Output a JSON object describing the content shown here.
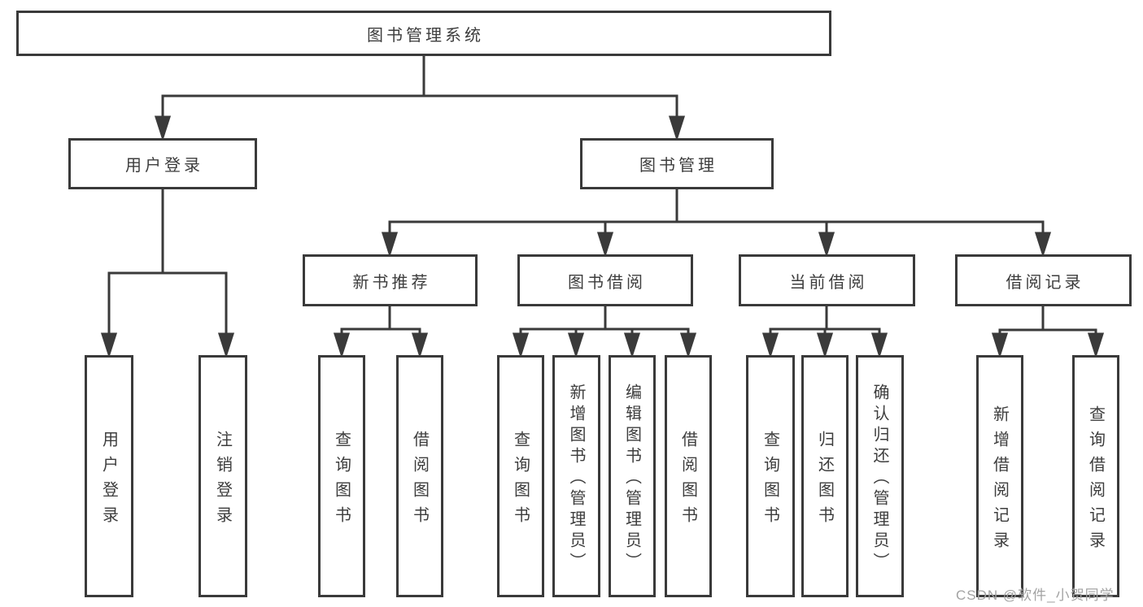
{
  "diagram_title": "图书管理系统",
  "nodes": {
    "root": {
      "label": "图书管理系统"
    },
    "user_login_grp": {
      "label": "用户登录"
    },
    "book_mgmt": {
      "label": "图书管理"
    },
    "user_login": {
      "label": "用户登录"
    },
    "logout": {
      "label": "注销登录"
    },
    "new_book_rec": {
      "label": "新书推荐"
    },
    "book_borrow": {
      "label": "图书借阅"
    },
    "current_borrow": {
      "label": "当前借阅"
    },
    "borrow_records": {
      "label": "借阅记录"
    },
    "nb_query": {
      "label": "查询图书"
    },
    "nb_borrow": {
      "label": "借阅图书"
    },
    "bb_query": {
      "label": "查询图书"
    },
    "bb_add": {
      "label": "新增图书（管理员）"
    },
    "bb_edit": {
      "label": "编辑图书（管理员）"
    },
    "bb_borrow": {
      "label": "借阅图书"
    },
    "cb_query": {
      "label": "查询图书"
    },
    "cb_return": {
      "label": "归还图书"
    },
    "cb_confirm": {
      "label": "确认归还（管理员）"
    },
    "br_add": {
      "label": "新增借阅记录"
    },
    "br_query": {
      "label": "查询借阅记录"
    }
  },
  "edges": [
    {
      "from": "root",
      "to": "user_login_grp"
    },
    {
      "from": "root",
      "to": "book_mgmt"
    },
    {
      "from": "user_login_grp",
      "to": "user_login"
    },
    {
      "from": "user_login_grp",
      "to": "logout"
    },
    {
      "from": "book_mgmt",
      "to": "new_book_rec"
    },
    {
      "from": "book_mgmt",
      "to": "book_borrow"
    },
    {
      "from": "book_mgmt",
      "to": "current_borrow"
    },
    {
      "from": "book_mgmt",
      "to": "borrow_records"
    },
    {
      "from": "new_book_rec",
      "to": "nb_query"
    },
    {
      "from": "new_book_rec",
      "to": "nb_borrow"
    },
    {
      "from": "book_borrow",
      "to": "bb_query"
    },
    {
      "from": "book_borrow",
      "to": "bb_add"
    },
    {
      "from": "book_borrow",
      "to": "bb_edit"
    },
    {
      "from": "book_borrow",
      "to": "bb_borrow"
    },
    {
      "from": "current_borrow",
      "to": "cb_query"
    },
    {
      "from": "current_borrow",
      "to": "cb_return"
    },
    {
      "from": "current_borrow",
      "to": "cb_confirm"
    },
    {
      "from": "borrow_records",
      "to": "br_add"
    },
    {
      "from": "borrow_records",
      "to": "br_query"
    }
  ],
  "watermark": "CSDN @软件_小贺同学",
  "colors": {
    "line": "#3a3a3a",
    "text": "#3d3d3d",
    "background": "#ffffff",
    "watermark": "#a3a3a3"
  }
}
